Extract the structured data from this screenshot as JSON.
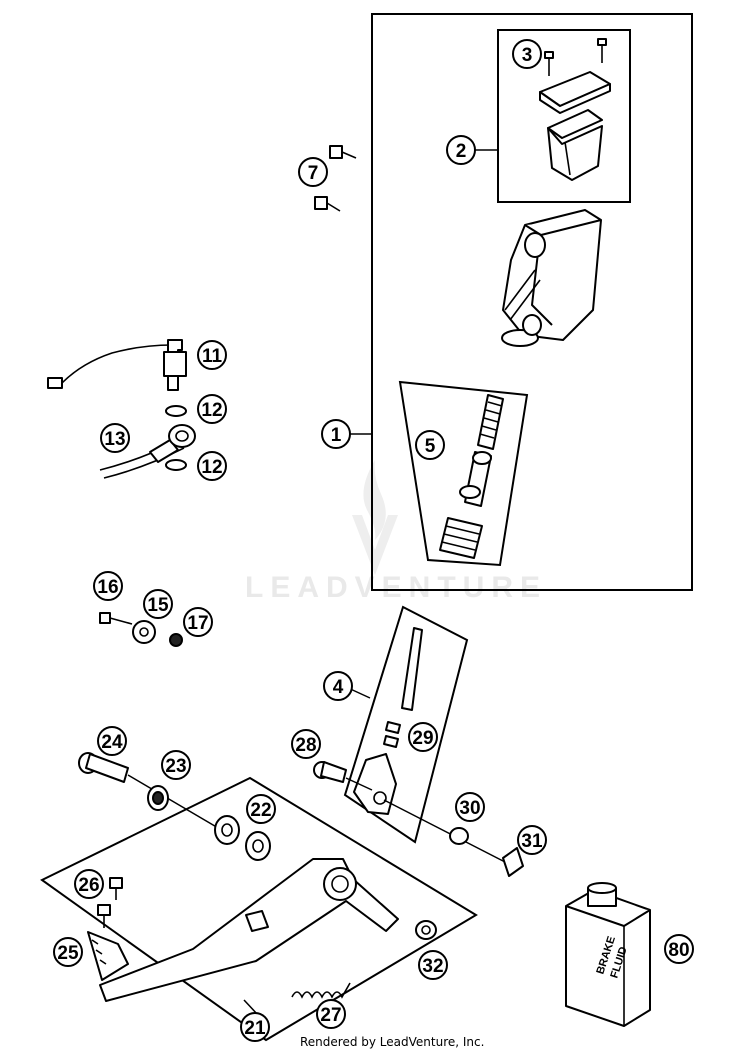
{
  "watermark": "LEADVENTURE",
  "credit": "Rendered by LeadVenture, Inc.",
  "bottle_label": [
    "BRAKE",
    "FLUID"
  ],
  "callouts": [
    "1",
    "2",
    "3",
    "4",
    "5",
    "7",
    "11",
    "12",
    "12",
    "13",
    "15",
    "16",
    "17",
    "21",
    "22",
    "23",
    "24",
    "25",
    "26",
    "27",
    "28",
    "29",
    "30",
    "31",
    "32",
    "80"
  ]
}
